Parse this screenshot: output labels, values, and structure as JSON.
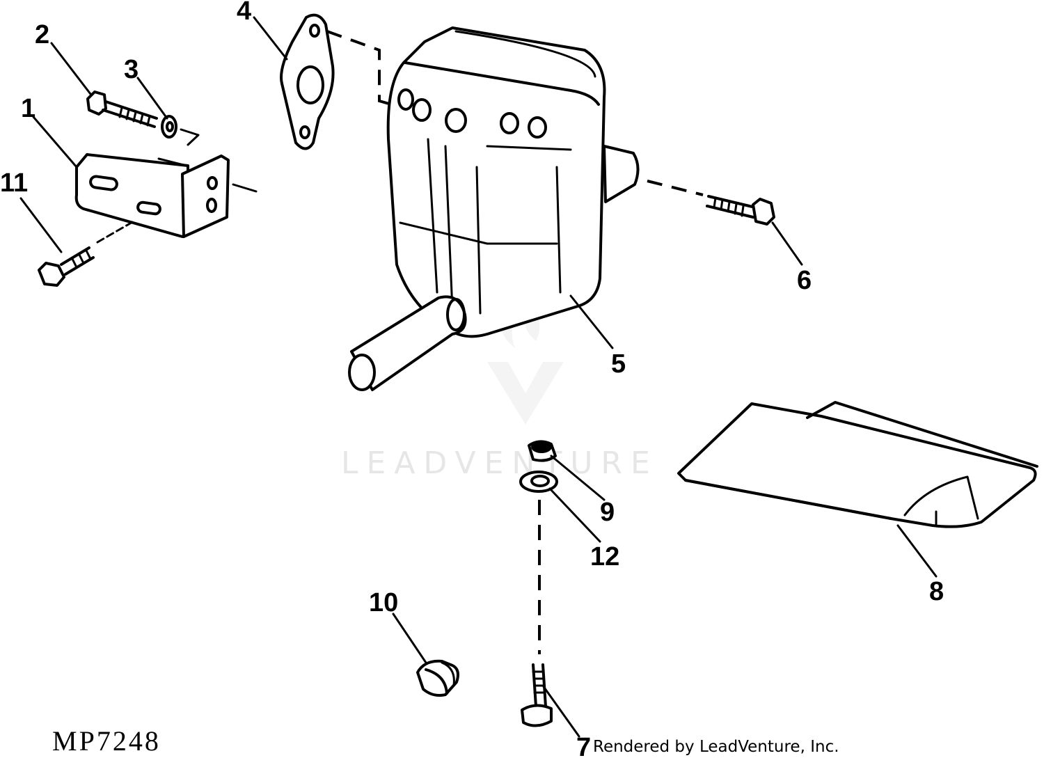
{
  "diagram": {
    "callouts": {
      "c1": "1",
      "c2": "2",
      "c3": "3",
      "c4": "4",
      "c5": "5",
      "c6": "6",
      "c7": "7",
      "c8": "8",
      "c9": "9",
      "c10": "10",
      "c11": "11",
      "c12": "12"
    },
    "figure_id": "MP7248",
    "credit": "Rendered by LeadVenture, Inc.",
    "watermark": "LEADVENTURE"
  },
  "colors": {
    "line": "#000000",
    "watermark": "#e6e6e6",
    "background": "#ffffff"
  }
}
